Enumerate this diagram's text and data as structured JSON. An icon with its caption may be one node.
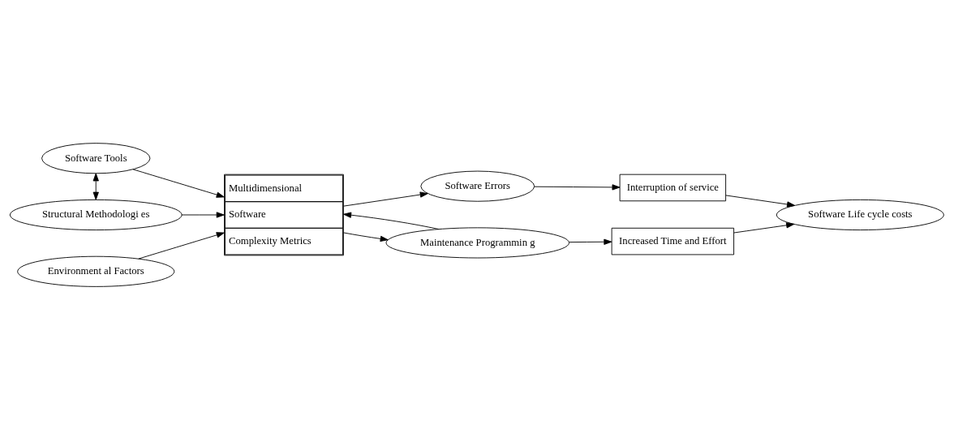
{
  "diagram": {
    "nodes": [
      {
        "text": [
          "Software Tools"
        ]
      },
      {
        "text": [
          "Environment al Factors"
        ]
      },
      {
        "text": [
          "Structural Methodologi es"
        ]
      },
      {
        "text": [
          "Multidimensional",
          "Software",
          "Complexity Metrics"
        ]
      },
      {
        "text": [
          "Software Errors"
        ]
      },
      {
        "text": [
          "Maintenance Programmin g"
        ]
      },
      {
        "text": [
          "Interruption of service"
        ]
      },
      {
        "text": [
          "Increased Time and Effort"
        ]
      },
      {
        "text": [
          "Software Life cycle costs"
        ]
      }
    ],
    "edges": [
      {
        "from": 1,
        "to": 3,
        "arrow": "to"
      },
      {
        "from": 0,
        "to": 3,
        "arrow": "to"
      },
      {
        "from": 0,
        "to": 2,
        "arrow": "both"
      },
      {
        "from": 2,
        "to": 3,
        "arrow": "to"
      },
      {
        "from": 3,
        "to": 4,
        "arrow": "to"
      },
      {
        "from": 3,
        "to": 5,
        "arrow": "to"
      },
      {
        "from": 4,
        "to": 6,
        "arrow": "to"
      },
      {
        "from": 6,
        "to": 8,
        "arrow": "to"
      },
      {
        "from": 5,
        "to": 7,
        "arrow": "to"
      },
      {
        "from": 7,
        "to": 8,
        "arrow": "to"
      },
      {
        "from": 5,
        "to": 3,
        "arrow": "to"
      }
    ]
  }
}
